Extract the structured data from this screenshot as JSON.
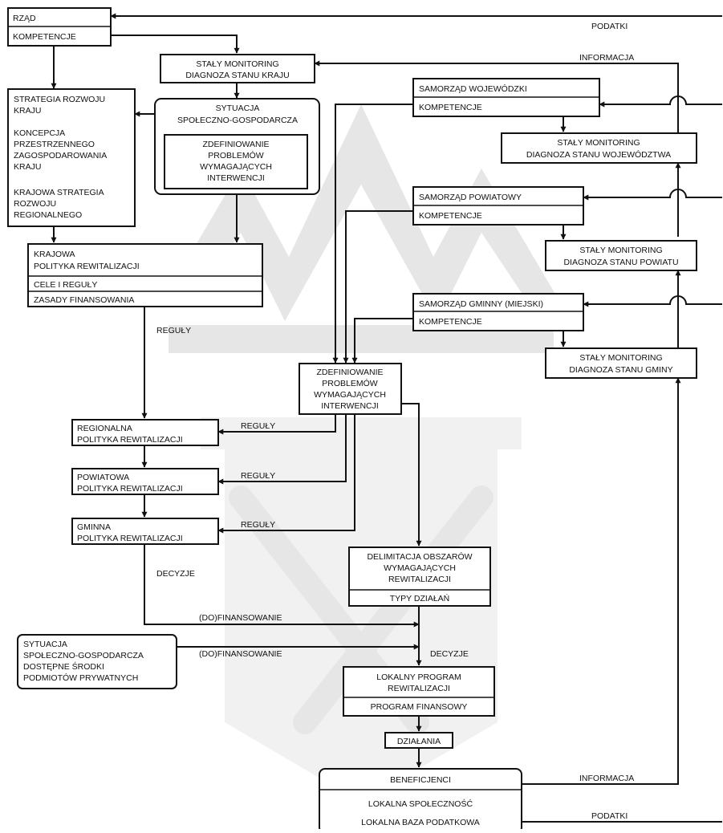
{
  "boxes": {
    "rzad": {
      "title": "RZĄD",
      "sub": "KOMPETENCJE"
    },
    "monitoring_kraj": {
      "lines": [
        "STAŁY MONITORING",
        "DIAGNOZA STANU KRAJU"
      ]
    },
    "strategia": {
      "lines": [
        "STRATEGIA ROZWOJU",
        "KRAJU",
        "",
        "KONCEPCJA",
        "PRZESTRZENNEGO",
        "ZAGOSPODAROWANIA",
        "KRAJU",
        "",
        "KRAJOWA STRATEGIA",
        "ROZWOJU",
        "REGIONALNEGO"
      ]
    },
    "sytuacja": {
      "lines": [
        "SYTUACJA",
        "SPOŁECZNO-GOSPODARCZA"
      ]
    },
    "zdefiniowanie_inner": {
      "lines": [
        "ZDEFINIOWANIE",
        "PROBLEMÓW",
        "WYMAGAJĄCYCH",
        "INTERWENCJI"
      ]
    },
    "samorzad_woj": {
      "title": "SAMORZĄD WOJEWÓDZKI",
      "sub": "KOMPETENCJE"
    },
    "monitoring_woj": {
      "lines": [
        "STAŁY MONITORING",
        "DIAGNOZA STANU WOJEWÓDZTWA"
      ]
    },
    "samorzad_pow": {
      "title": "SAMORZĄD POWIATOWY",
      "sub": "KOMPETENCJE"
    },
    "monitoring_pow": {
      "lines": [
        "STAŁY MONITORING",
        "DIAGNOZA STANU POWIATU"
      ]
    },
    "krajowa": {
      "lines": [
        "KRAJOWA",
        "POLITYKA REWITALIZACJI"
      ],
      "row2": "CELE I REGUŁY",
      "row3": "ZASADY FINANSOWANIA"
    },
    "samorzad_gmin": {
      "title": "SAMORZĄD GMINNY (MIEJSKI)",
      "sub": "KOMPETENCJE"
    },
    "monitoring_gmin": {
      "lines": [
        "STAŁY MONITORING",
        "DIAGNOZA STANU GMINY"
      ]
    },
    "zdefiniowanie_mid": {
      "lines": [
        "ZDEFINIOWANIE",
        "PROBLEMÓW",
        "WYMAGAJĄCYCH",
        "INTERWENCJI"
      ]
    },
    "regionalna": {
      "lines": [
        "REGIONALNA",
        "POLITYKA REWITALIZACJI"
      ]
    },
    "powiatowa": {
      "lines": [
        "POWIATOWA",
        "POLITYKA REWITALIZACJI"
      ]
    },
    "gminna": {
      "lines": [
        "GMINNA",
        "POLITYKA REWITALIZACJI"
      ]
    },
    "delimitacja": {
      "lines": [
        "DELIMITACJA OBSZARÓW",
        "WYMAGAJĄCYCH",
        "REWITALIZACJI"
      ],
      "sub": "TYPY DZIAŁAŃ"
    },
    "sytuacja_prywatne": {
      "lines": [
        "SYTUACJA",
        "SPOŁECZNO-GOSPODARCZA",
        "DOSTĘPNE ŚRODKI",
        "PODMIOTÓW PRYWATNYCH"
      ]
    },
    "lokalny_program": {
      "lines": [
        "LOKALNY PROGRAM",
        "REWITALIZACJI"
      ],
      "sub": "PROGRAM FINANSOWY"
    },
    "dzialania": {
      "label": "DZIAŁANIA"
    },
    "beneficjenci": {
      "title": "BENEFICJENCI",
      "row2": "LOKALNA SPOŁECZNOŚĆ",
      "row3": "LOKALNA BAZA PODATKOWA"
    }
  },
  "labels": {
    "podatki_top": "PODATKI",
    "informacja_top": "INFORMACJA",
    "reguly_1": "REGUŁY",
    "reguly_reg": "REGUŁY",
    "reguly_pow": "REGUŁY",
    "reguly_gmin": "REGUŁY",
    "decyzje_1": "DECYZJE",
    "dofinansowanie_1": "(DO)FINANSOWANIE",
    "dofinansowanie_2": "(DO)FINANSOWANIE",
    "decyzje_2": "DECYZJE",
    "informacja_bottom": "INFORMACJA",
    "podatki_bottom": "PODATKI"
  }
}
